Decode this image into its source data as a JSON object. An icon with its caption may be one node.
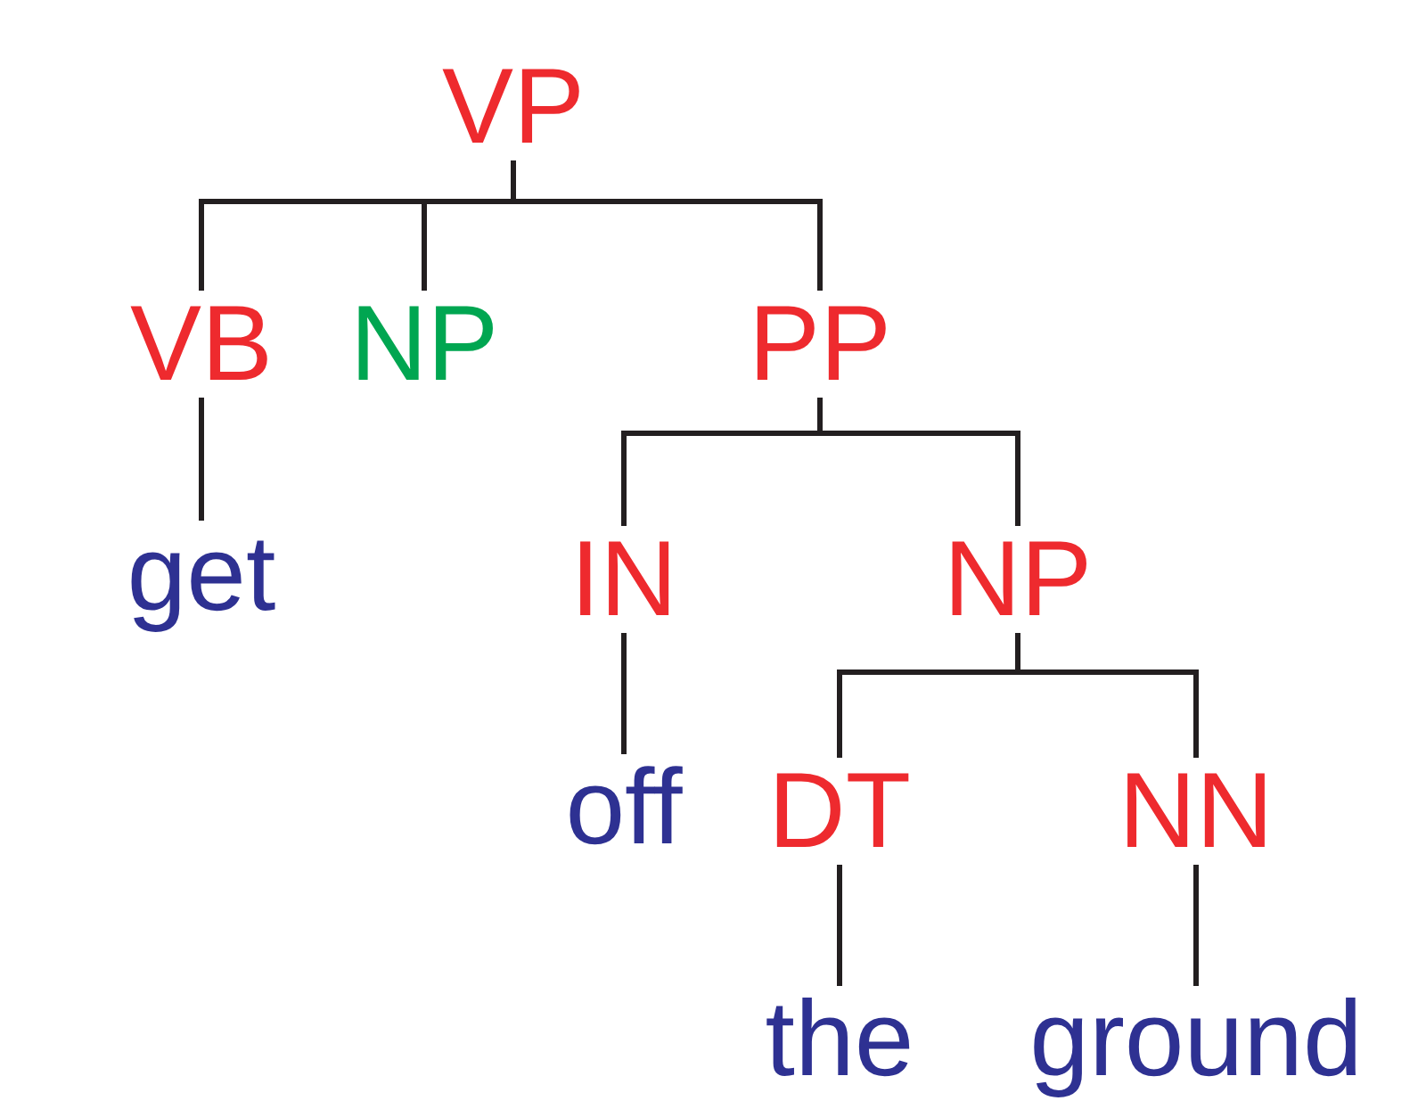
{
  "diagram": {
    "nodes": [
      {
        "text": [
          "VP"
        ]
      },
      {
        "text": [
          "VB"
        ]
      },
      {
        "text": [
          "NP"
        ]
      },
      {
        "text": [
          "PP"
        ]
      },
      {
        "text": [
          "get"
        ]
      },
      {
        "text": [
          "IN"
        ]
      },
      {
        "text": [
          "NP"
        ]
      },
      {
        "text": [
          "off"
        ]
      },
      {
        "text": [
          "DT"
        ]
      },
      {
        "text": [
          "NN"
        ]
      },
      {
        "text": [
          "the"
        ]
      },
      {
        "text": [
          "ground"
        ]
      }
    ],
    "edges": [
      {
        "from": 0,
        "to": 1,
        "arrow": "none"
      },
      {
        "from": 0,
        "to": 2,
        "arrow": "none"
      },
      {
        "from": 0,
        "to": 3,
        "arrow": "none"
      },
      {
        "from": 1,
        "to": 4,
        "arrow": "none"
      },
      {
        "from": 3,
        "to": 5,
        "arrow": "none"
      },
      {
        "from": 3,
        "to": 6,
        "arrow": "none"
      },
      {
        "from": 5,
        "to": 7,
        "arrow": "none"
      },
      {
        "from": 6,
        "to": 8,
        "arrow": "none"
      },
      {
        "from": 6,
        "to": 9,
        "arrow": "none"
      },
      {
        "from": 8,
        "to": 10,
        "arrow": "none"
      },
      {
        "from": 9,
        "to": 11,
        "arrow": "none"
      }
    ]
  }
}
